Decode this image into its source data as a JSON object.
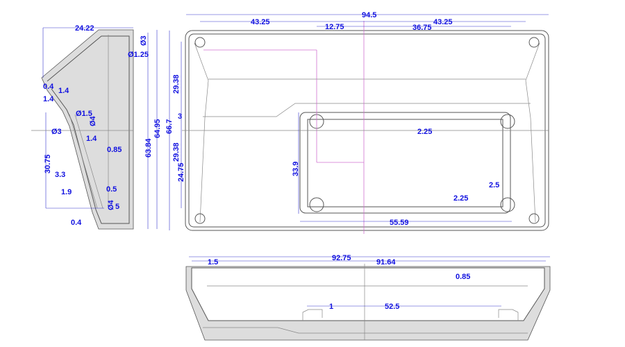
{
  "side_view": {
    "dims": [
      "24.22",
      "Ø3",
      "Ø1.25",
      "0.4",
      "1.4",
      "1.4",
      "Ø1.5",
      "Ø4",
      "Ø3",
      "1.4",
      "0.85",
      "63.84",
      "64.95",
      "30.75",
      "3.3",
      "1.9",
      "0.5",
      "Ø4",
      "5",
      "0.4"
    ]
  },
  "height_dims": [
    "29.38",
    "3",
    "66.7",
    "29.38",
    "24.75"
  ],
  "top_view": {
    "dims": [
      "94.5",
      "43.25",
      "12.75",
      "36.75",
      "43.25",
      "2.25",
      "33.9",
      "2.5",
      "2.25",
      "55.59"
    ]
  },
  "front_view": {
    "dims": [
      "92.75",
      "1.5",
      "91.64",
      "0.85",
      "1",
      "52.5"
    ]
  },
  "colors": {
    "dimension": "#1010e0",
    "outline": "#555555",
    "centerline": "#d070d0"
  }
}
